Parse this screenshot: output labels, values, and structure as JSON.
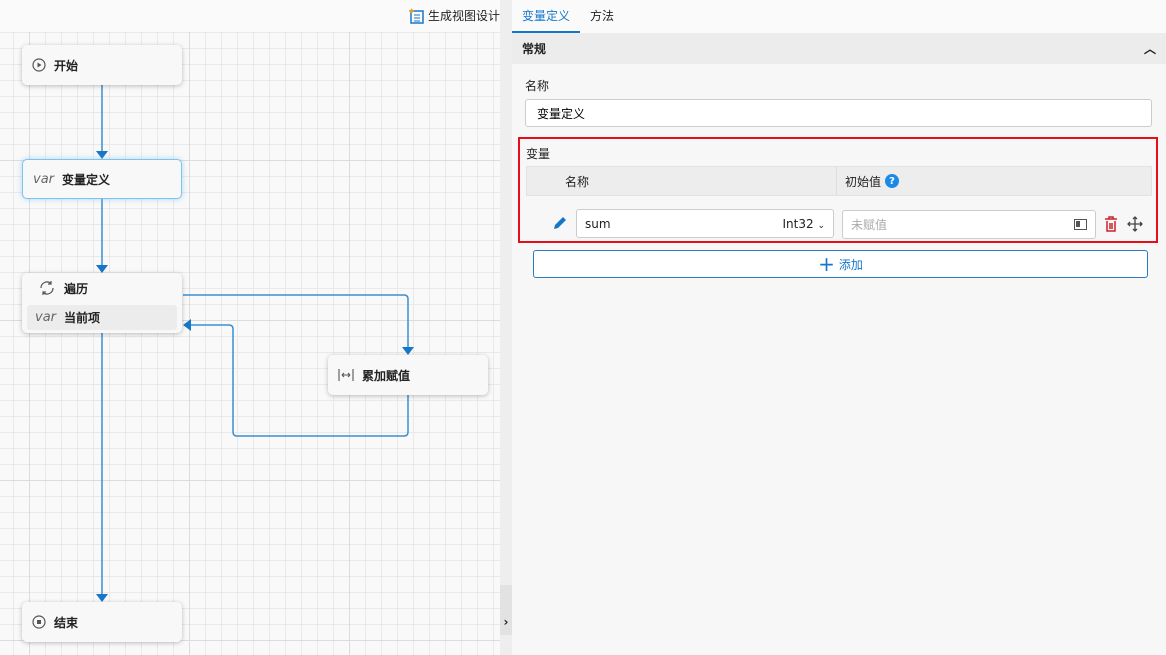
{
  "toolbar": {
    "generate_view_label": "生成视图设计"
  },
  "nodes": {
    "start": "开始",
    "vardef": "变量定义",
    "loop": "遍历",
    "loop_item": "当前项",
    "accumulate": "累加赋值",
    "end": "结束",
    "var_tag": "var"
  },
  "panel": {
    "tabs": [
      {
        "label": "变量定义",
        "active": true
      },
      {
        "label": "方法",
        "active": false
      }
    ],
    "section_title": "常规",
    "name_label": "名称",
    "name_value": "变量定义",
    "variables_label": "变量",
    "columns": [
      "名称",
      "初始值"
    ],
    "variables": [
      {
        "name": "sum",
        "type": "Int32",
        "initial_placeholder": "未赋值"
      }
    ],
    "add_label": "添加"
  },
  "colors": {
    "accent": "#1677c9",
    "highlight": "#e3101b"
  }
}
